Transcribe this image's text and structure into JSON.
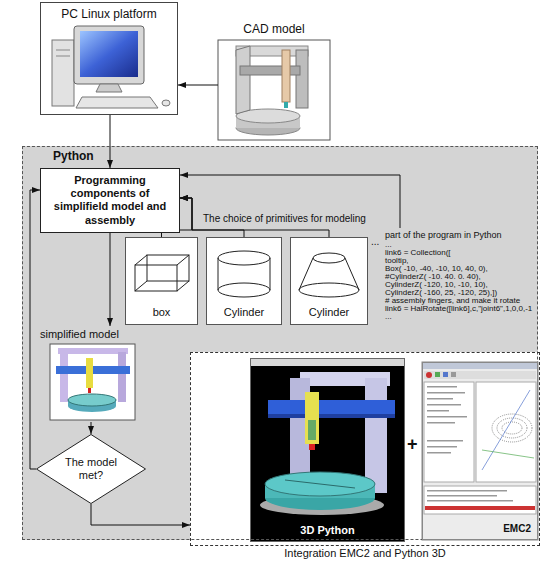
{
  "diagram": {
    "nodes": [
      {
        "text": [
          "PC Linux platform"
        ]
      },
      {
        "text": [
          "CAD model"
        ]
      },
      {
        "text": [
          "Python"
        ]
      },
      {
        "text": [
          "Programming components of simplifield model and assembly"
        ],
        "in": 2
      },
      {
        "text": [
          "box"
        ],
        "in": 2
      },
      {
        "text": [
          "Cylinder"
        ],
        "in": 2
      },
      {
        "text": [
          "Cylinder"
        ],
        "in": 2
      },
      {
        "text": [
          "simplified model"
        ],
        "in": 2
      },
      {
        "text": [
          "The model met?"
        ],
        "in": 2
      },
      {
        "text": [
          "Integration EMC2 and Python 3D"
        ]
      },
      {
        "text": [
          "3D Python"
        ],
        "in": 9
      },
      {
        "text": [
          "EMC2"
        ],
        "in": 9
      }
    ],
    "edges": [
      {
        "from": 1,
        "to": 0,
        "arrow": "to"
      },
      {
        "from": 0,
        "to": 3,
        "arrow": "to"
      },
      {
        "from": 4,
        "to": 3,
        "label": "The choice of primitives for modeling",
        "arrow": "to"
      },
      {
        "from": 5,
        "to": 3,
        "arrow": "to"
      },
      {
        "from": 6,
        "to": 3,
        "arrow": "to"
      },
      {
        "from": 3,
        "to": 7,
        "arrow": "to"
      },
      {
        "from": 7,
        "to": 8,
        "arrow": "to"
      },
      {
        "from": 8,
        "to": 3,
        "arrow": "to"
      },
      {
        "from": 8,
        "to": 9,
        "arrow": "to"
      }
    ],
    "labels": [
      "...",
      "part of the program in Python",
      "...",
      "link6 = Collection([",
      "tooltip,",
      "Box( -10, -40, -10, 10, 40, 0),",
      "#CylinderZ( -10. 40. 0. 40),",
      "CylinderZ( -120, 10, -10, 10),",
      "CylinderZ( -160, 25, -120, 25),])",
      "# assembly fingers, and make it rotate",
      "link6 = HalRotate([link6],c,\"joint6\",1,0,0,-1",
      "...",
      "+"
    ]
  }
}
